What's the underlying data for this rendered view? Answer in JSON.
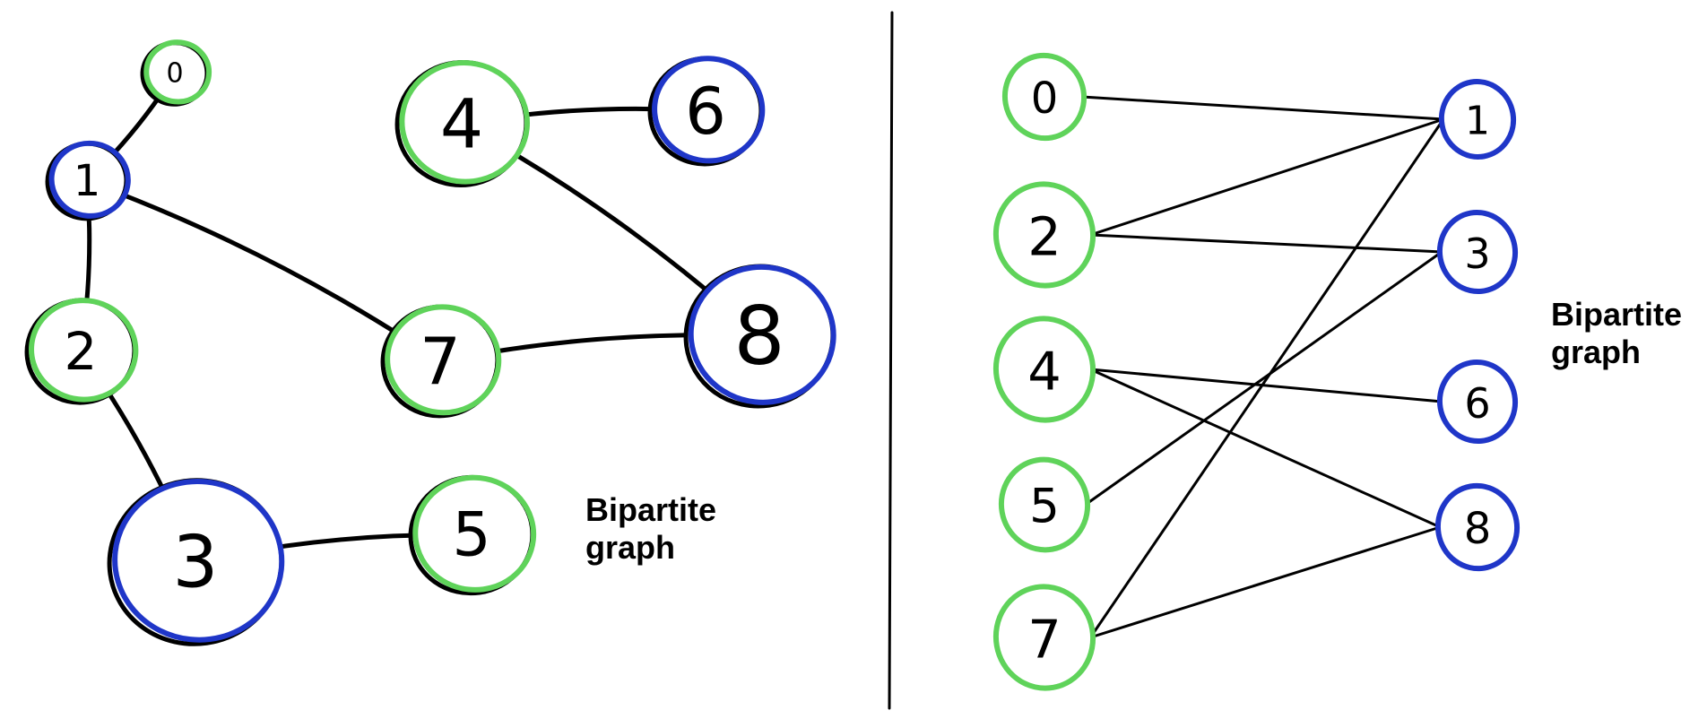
{
  "palette": {
    "part_a": "#5fd35a",
    "part_b": "#1f36c8",
    "ink": "#000000"
  },
  "left_graph": {
    "caption_line1": "Bipartite",
    "caption_line2": "graph",
    "nodes": [
      {
        "id": "0",
        "label": "0",
        "set": "part_a"
      },
      {
        "id": "1",
        "label": "1",
        "set": "part_b"
      },
      {
        "id": "2",
        "label": "2",
        "set": "part_a"
      },
      {
        "id": "3",
        "label": "3",
        "set": "part_b"
      },
      {
        "id": "4",
        "label": "4",
        "set": "part_a"
      },
      {
        "id": "5",
        "label": "5",
        "set": "part_a"
      },
      {
        "id": "6",
        "label": "6",
        "set": "part_b"
      },
      {
        "id": "7",
        "label": "7",
        "set": "part_a"
      },
      {
        "id": "8",
        "label": "8",
        "set": "part_b"
      }
    ],
    "edges": [
      [
        "0",
        "1"
      ],
      [
        "1",
        "2"
      ],
      [
        "1",
        "7"
      ],
      [
        "2",
        "3"
      ],
      [
        "3",
        "5"
      ],
      [
        "4",
        "6"
      ],
      [
        "4",
        "8"
      ],
      [
        "7",
        "8"
      ]
    ]
  },
  "right_graph": {
    "caption_line1": "Bipartite",
    "caption_line2": "graph",
    "left_column": [
      "0",
      "2",
      "4",
      "5",
      "7"
    ],
    "right_column": [
      "1",
      "3",
      "6",
      "8"
    ],
    "edges": [
      [
        "0",
        "1"
      ],
      [
        "2",
        "1"
      ],
      [
        "2",
        "3"
      ],
      [
        "4",
        "6"
      ],
      [
        "4",
        "8"
      ],
      [
        "5",
        "3"
      ],
      [
        "7",
        "1"
      ],
      [
        "7",
        "8"
      ]
    ]
  }
}
